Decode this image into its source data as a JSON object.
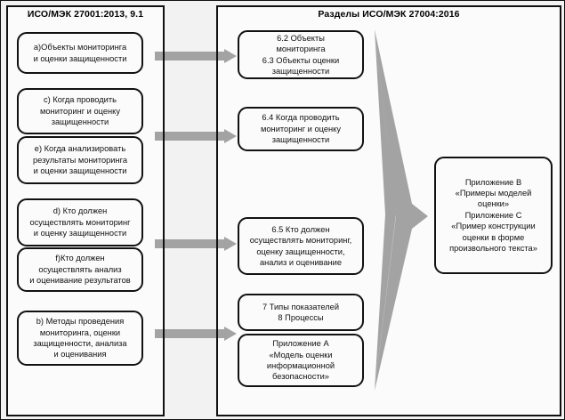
{
  "diagram": {
    "title_left": "ИСО/МЭК 27001:2013, 9.1",
    "title_right": "Разделы ИСО/МЭК 27004:2016",
    "colors": {
      "background": "#f2f2f2",
      "panel": "#fbfbfb",
      "border": "#111111",
      "arrow": "#a3a3a3"
    },
    "left_column": [
      {
        "id": "a",
        "text": "a)Объекты мониторинга\nи оценки защищенности"
      },
      {
        "id": "c",
        "text": "с) Когда проводить\nмониторинг и оценку\nзащищенности"
      },
      {
        "id": "e",
        "text": "е) Когда анализировать\nрезультаты мониторинга\nи оценки защищенности"
      },
      {
        "id": "d",
        "text": "d) Кто должен\nосуществлять мониторинг\nи оценку защищенности"
      },
      {
        "id": "f",
        "text": "f)Кто должен\nосуществлять анализ\nи оценивание результатов"
      },
      {
        "id": "b",
        "text": "b) Методы проведения\nмониторинга, оценки\nзащищенности, анализа\nи оценивания"
      }
    ],
    "middle_column": [
      {
        "id": "6.2-6.3",
        "text": "6.2 Объекты\nмониторинга\n6.3 Объекты оценки\nзащищенности"
      },
      {
        "id": "6.4",
        "text": "6.4 Когда проводить\nмониторинг и оценку\nзащищенности"
      },
      {
        "id": "6.5",
        "text": "6.5 Кто должен\nосуществлять мониторинг,\nоценку защищенности,\nанализ и оценивание"
      },
      {
        "id": "7-8",
        "text": "7 Типы показателей\n8 Процессы"
      },
      {
        "id": "A",
        "text": "Приложение А\n«Модель оценки\nинформационной\nбезопасности»"
      }
    ],
    "right_column": [
      {
        "id": "B-C",
        "text": "Приложение В\n«Примеры моделей\nоценки»\nПриложение С\n«Пример конструкции\nоценки в форме\nпроизвольного текста»"
      }
    ],
    "connectors": {
      "small_arrows": 4,
      "big_arrow": "right-pointing-triangle"
    }
  }
}
